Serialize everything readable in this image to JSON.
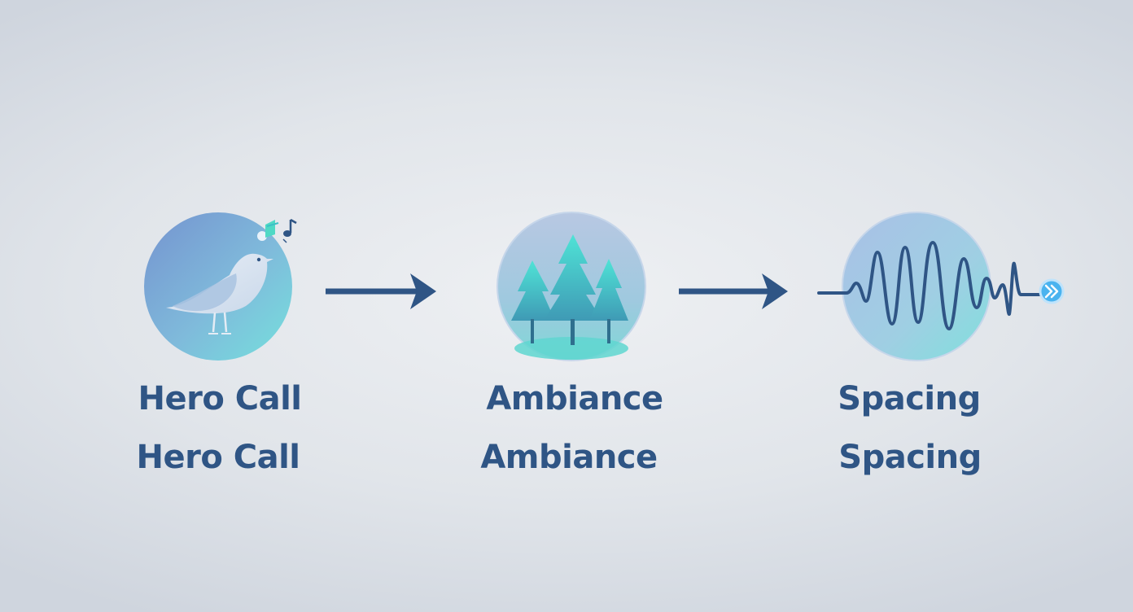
{
  "steps": [
    {
      "title": "Hero Call",
      "subtitle": "Hero Call",
      "icon": "bird-icon"
    },
    {
      "title": "Ambiance",
      "subtitle": "Ambiance",
      "icon": "forest-icon"
    },
    {
      "title": "Spacing",
      "subtitle": "Spacing",
      "icon": "waveform-icon"
    }
  ],
  "colors": {
    "text": "#2f5585",
    "arrow": "#2f5585",
    "accent_teal": "#5fe3d8",
    "accent_blue": "#6a8fcf"
  },
  "connectors": [
    "arrow-right-icon",
    "arrow-right-icon"
  ]
}
